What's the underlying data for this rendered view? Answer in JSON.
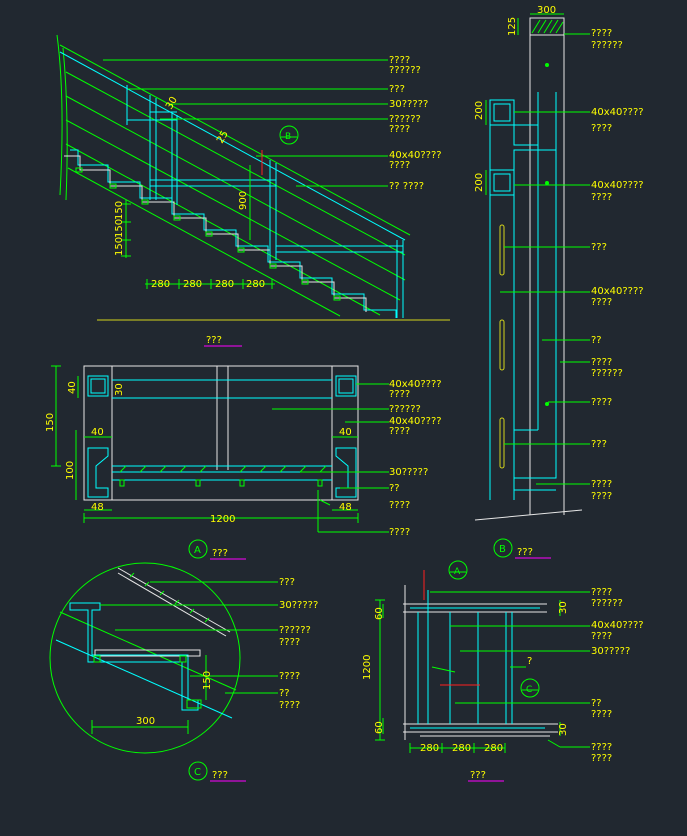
{
  "labels": {
    "elev_l1a": "????",
    "elev_l1b": "??????",
    "elev_l2": "???",
    "elev_l3": "30?????",
    "elev_l4a": "??????",
    "elev_l4b": "????",
    "elev_l5a": "40x40????",
    "elev_l5b": "????",
    "elev_l6": "??  ????",
    "elev_title": "???",
    "plan_l1a": "40x40????",
    "plan_l1b": "????",
    "plan_l2": "??????",
    "plan_l3a": "40x40????",
    "plan_l3b": "????",
    "plan_l4": "30?????",
    "plan_l5": "??",
    "plan_l6": "????",
    "plan_l7": "????",
    "plan_title": "???",
    "b_l1a": "????",
    "b_l1b": "??????",
    "b_l2a": "40x40????",
    "b_l2b": "????",
    "b_l3a": "40x40????",
    "b_l3b": "????",
    "b_l4": "???",
    "b_l5a": "40x40????",
    "b_l5b": "????",
    "b_l6": "??",
    "b_l7a": "????",
    "b_l7b": "??????",
    "b_l8": "????",
    "b_l9": "???",
    "b_l10a": "????",
    "b_l10b": "????",
    "b_title": "???",
    "c_l1": "???",
    "c_l2": "30?????",
    "c_l3a": "??????",
    "c_l3b": "????",
    "c_l4": "????",
    "c_l5a": "??",
    "c_l5b": "????",
    "c_title": "???",
    "s_l1a": "????",
    "s_l1b": "??????",
    "s_l2a": "40x40????",
    "s_l2b": "????",
    "s_l3": "30?????",
    "s_l4": "?",
    "s_l5a": "??",
    "s_l5b": "????",
    "s_l6a": "????",
    "s_l6b": "????",
    "s_title": "???"
  },
  "dims": {
    "e280a": "280",
    "e280b": "280",
    "e280c": "280",
    "e280d": "280",
    "e150a": "150",
    "e150b": "150",
    "e150c": "150",
    "e900": "900",
    "e25": "25",
    "e30": "30",
    "p40a": "40",
    "p30": "30",
    "p150": "150",
    "p40b": "40",
    "p40c": "40",
    "p100": "100",
    "p48a": "48",
    "p48b": "48",
    "p1200": "1200",
    "b300": "300",
    "b125": "125",
    "b200a": "200",
    "b200b": "200",
    "c150": "150",
    "c300": "300",
    "s60a": "60",
    "s30a": "30",
    "s1200": "1200",
    "s60b": "60",
    "s30b": "30",
    "s280a": "280",
    "s280b": "280",
    "s280c": "280"
  },
  "markers": {
    "B": "B",
    "A": "A",
    "C": "C",
    "A2": "A",
    "C2": "C"
  }
}
